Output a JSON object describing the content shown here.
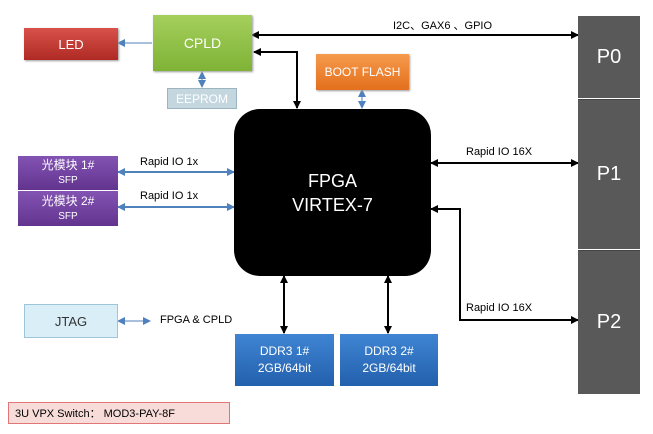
{
  "blocks": {
    "led": "LED",
    "cpld": "CPLD",
    "eeprom": "EEPROM",
    "boot_flash": "BOOT FLASH",
    "fpga_line1": "FPGA",
    "fpga_line2": "VIRTEX-7",
    "sfp1_line1": "光模块 1#",
    "sfp1_line2": "SFP",
    "sfp2_line1": "光模块 2#",
    "sfp2_line2": "SFP",
    "jtag": "JTAG",
    "ddr1_line1": "DDR3  1#",
    "ddr1_line2": "2GB/64bit",
    "ddr2_line1": "DDR3  2#",
    "ddr2_line2": "2GB/64bit"
  },
  "connectors": [
    "P0",
    "P1",
    "P2"
  ],
  "links": {
    "cpld_p0": "I2C、GAX6 、GPIO",
    "sfp1_fpga": "Rapid IO 1x",
    "sfp2_fpga": "Rapid IO 1x",
    "fpga_p1": "Rapid IO 16X",
    "fpga_p2": "Rapid IO 16X",
    "jtag_target": "FPGA & CPLD"
  },
  "footer": "3U VPX Switch：  MOD3-PAY-8F",
  "colors": {
    "led": "#c0312b",
    "cpld": "#8dbf40",
    "eeprom": "#b8cfd8",
    "boot_flash": "#f0812c",
    "fpga": "#000000",
    "sfp": "#7240a0",
    "jtag": "#d9eef7",
    "ddr": "#2f72c2",
    "connector": "#595959",
    "footer_bg": "#f6d6d3",
    "footer_border": "#e06060",
    "arrow_blue": "#4f81bd"
  }
}
